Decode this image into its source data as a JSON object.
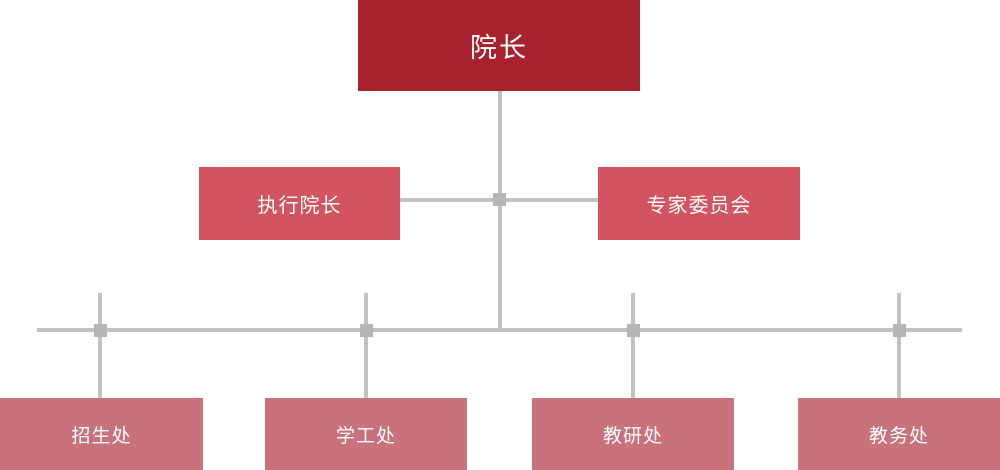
{
  "diagram": {
    "type": "org-chart",
    "root": {
      "label": "院长"
    },
    "management": [
      {
        "label": "执行院长"
      },
      {
        "label": "专家委员会"
      }
    ],
    "departments": [
      {
        "label": "招生处"
      },
      {
        "label": "学工处"
      },
      {
        "label": "教研处"
      },
      {
        "label": "教务处"
      }
    ]
  },
  "colors": {
    "root_box": "#a8222e",
    "management_box": "#d15460",
    "department_box": "#c9727b",
    "connector_line": "#c2c2c2",
    "connector_node": "#b5b5b5",
    "text": "#ffffff",
    "background": "#ffffff"
  }
}
